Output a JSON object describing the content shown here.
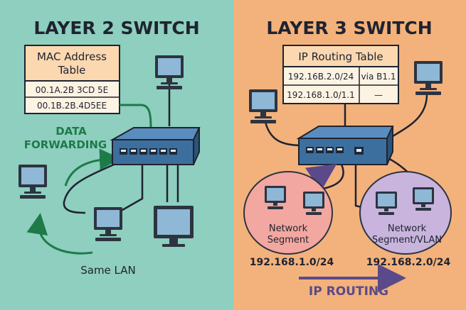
{
  "left": {
    "title": "LAYER 2 SWITCH",
    "mac_table": {
      "title_line1": "MAC Address",
      "title_line2": "Table",
      "rows": [
        "00.1A.2B 3CD 5E",
        "00.1B.2B.4D5EE"
      ]
    },
    "forwarding_line1": "DATA",
    "forwarding_line2": "FORWARDING",
    "same_lan": "Same LAN"
  },
  "right": {
    "title": "LAYER 3 SWITCH",
    "routing_table": {
      "title": "IP Routing Table",
      "rows": [
        {
          "network": "192.16B.2.0/24",
          "next_hop": "via B1.1"
        },
        {
          "network": "192.168.1.0/1.1",
          "next_hop": "—"
        }
      ]
    },
    "segment1": {
      "line1": "Network",
      "line2": "Segment",
      "subnet": "192.168.1.0/24"
    },
    "segment2": {
      "line1": "Network",
      "line2": "Segment/VLAN",
      "subnet": "192.168.2.0/24"
    },
    "routing_label": "IP ROUTING"
  },
  "colors": {
    "left_bg": "#8ecfbf",
    "right_bg": "#f3b27c",
    "title": "#1f2330",
    "forwarding_green": "#1f7a4a",
    "switch_blue": "#3d6f9e",
    "table_header": "#fbd8b0",
    "table_body": "#fdf3e3",
    "segment1_fill": "#f2a7a0",
    "segment2_fill": "#c8b4dd",
    "routing_purple": "#5a4a8a"
  }
}
